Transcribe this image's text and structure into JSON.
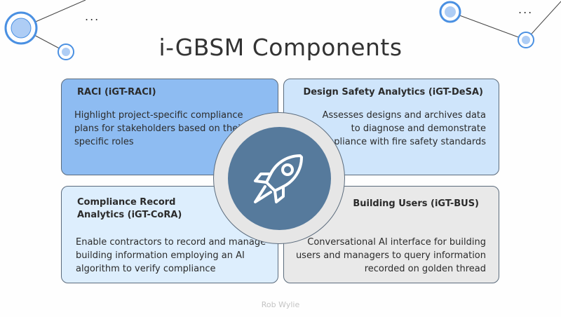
{
  "slide": {
    "title": "i-GBSM Components",
    "footer": "Rob Wylie",
    "ellipsis": "..."
  },
  "cards": [
    {
      "title": "RACI (iGT-RACI)",
      "body": "Highlight project-specific compliance plans for stakeholders based on their specific roles",
      "color": "#8ebcf2"
    },
    {
      "title": "Design Safety Analytics (iGT-DeSA)",
      "body": "Assesses designs and archives data to diagnose and demonstrate compliance with fire safety standards",
      "color": "#cfe5fb"
    },
    {
      "title": "Compliance Record Analytics (iGT-CoRA)",
      "body": "Enable contractors to record and manage building information employing an AI algorithm to verify compliance",
      "color": "#ddeefd"
    },
    {
      "title": "Building Users (iGT-BUS)",
      "body": "Conversational AI interface for building users and managers to query information recorded on golden thread",
      "color": "#e9e9e9"
    }
  ],
  "center_icon": "rocket-icon",
  "colors": {
    "accent_blue": "#4a90e2",
    "core": "#567a9c"
  }
}
